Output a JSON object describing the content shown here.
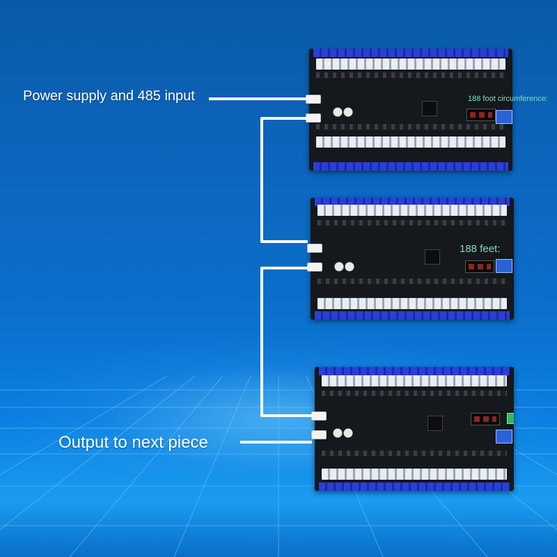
{
  "labels": {
    "power_input": "Power supply and 485 input",
    "output_next": "Output to next piece"
  },
  "annotations": {
    "board1": "188 foot circumference:",
    "board2": "188 feet:"
  },
  "colors": {
    "background": "#0b6fcc",
    "wire": "#ffffff",
    "board": "#15181c",
    "annotation": "#7fe0b2"
  }
}
